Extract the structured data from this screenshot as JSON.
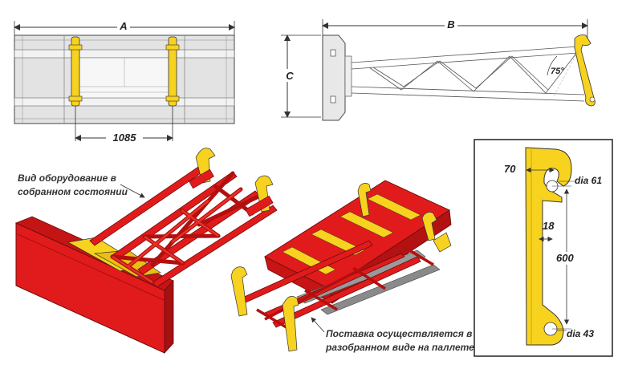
{
  "dimensions": {
    "a_label": "A",
    "b_label": "B",
    "c_label": "C",
    "width_between": "1085",
    "angle": "75°"
  },
  "detail": {
    "d70": "70",
    "dia61": "dia 61",
    "d18": "18",
    "d600": "600",
    "dia43": "dia 43"
  },
  "notes": {
    "assembled_line1": "Вид оборудование в",
    "assembled_line2": "собранном состоянии",
    "delivery_line1": "Поставка осуществляется  в",
    "delivery_line2": "разобранном виде на паллете"
  },
  "colors": {
    "frame_red": "#e11b1b",
    "mount_yellow": "#f7d21e",
    "outline": "#222222",
    "gray_blade": "#d9d9d9"
  }
}
